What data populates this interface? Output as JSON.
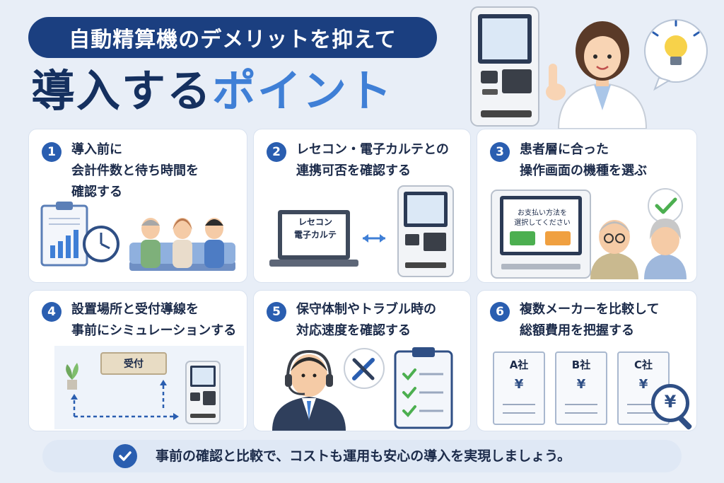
{
  "header": {
    "subtitle": "自動精算機のデメリットを抑えて",
    "title_dark": "導入する",
    "title_accent": "ポイント"
  },
  "cards": [
    {
      "number": "1",
      "title": "導入前に\n会計件数と待ち時間を\n確認する"
    },
    {
      "number": "2",
      "title": "レセコン・電子カルテとの\n連携可否を確認する",
      "laptop_label": "レセコン\n電子カルテ"
    },
    {
      "number": "3",
      "title": "患者層に合った\n操作画面の機種を選ぶ",
      "screen_text": "お支払い方法を\n選択してください"
    },
    {
      "number": "4",
      "title": "設置場所と受付導線を\n事前にシミュレーションする",
      "counter_label": "受付"
    },
    {
      "number": "5",
      "title": "保守体制やトラブル時の\n対応速度を確認する"
    },
    {
      "number": "6",
      "title": "複数メーカーを比較して\n総額費用を把握する",
      "quotes": [
        {
          "company": "A社",
          "currency": "¥"
        },
        {
          "company": "B社",
          "currency": "¥"
        },
        {
          "company": "C社",
          "currency": "¥"
        }
      ],
      "magnifier_symbol": "¥"
    }
  ],
  "footer": {
    "text": "事前の確認と比較で、コストも運用も安心の導入を実現しましょう。"
  },
  "colors": {
    "navy": "#1b3f80",
    "accent_blue": "#3f7fd6",
    "number_badge": "#2a5eb0",
    "check_green": "#4caf50",
    "button_orange": "#f0a040"
  }
}
